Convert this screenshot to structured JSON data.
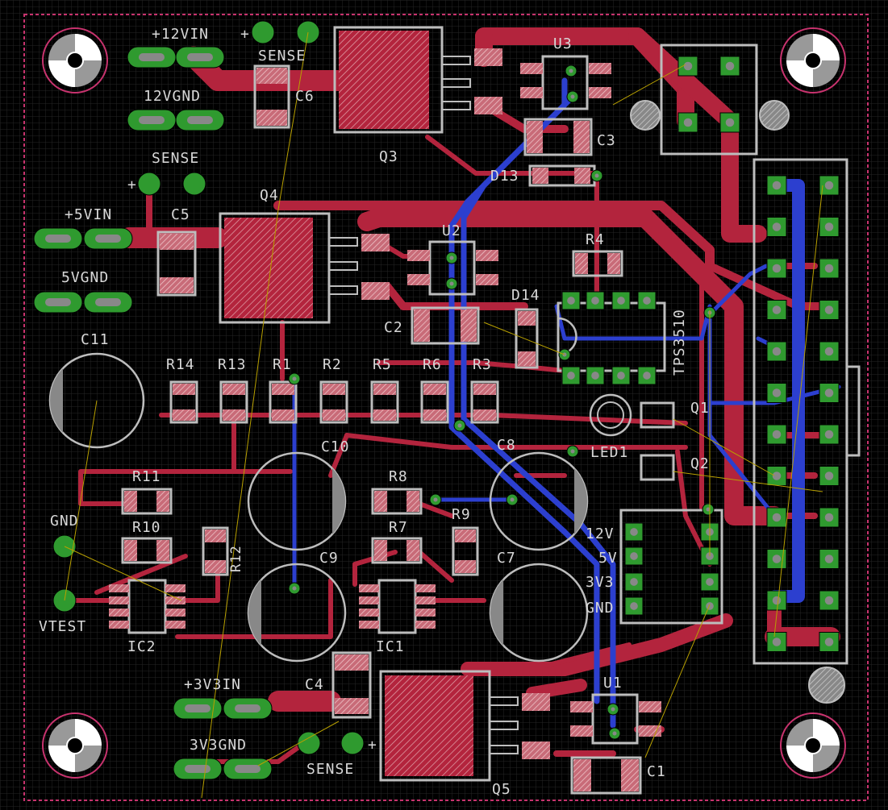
{
  "board": {
    "labels": {
      "in12": "+12VIN",
      "gnd12": "12VGND",
      "sense": "SENSE",
      "plus": "+",
      "in5": "+5VIN",
      "gnd5": "5VGND",
      "in3v3": "+3V3IN",
      "gnd3v3": "3V3GND",
      "gnd": "GND",
      "vtest": "VTEST",
      "c11": "C11",
      "c6": "C6",
      "c5": "C5",
      "c3": "C3",
      "c2": "C2",
      "c10": "C10",
      "c8": "C8",
      "c9": "C9",
      "c7": "C7",
      "c4": "C4",
      "c1": "C1",
      "q3": "Q3",
      "q4": "Q4",
      "q5": "Q5",
      "q1": "Q1",
      "q2": "Q2",
      "u3": "U3",
      "u2": "U2",
      "u1": "U1",
      "d13": "D13",
      "d14": "D14",
      "r4": "R4",
      "r14": "R14",
      "r13": "R13",
      "r1": "R1",
      "r2": "R2",
      "r5": "R5",
      "r6": "R6",
      "r3": "R3",
      "r11": "R11",
      "r10": "R10",
      "r8": "R8",
      "r7": "R7",
      "r9": "R9",
      "r12": "R12",
      "ic1": "IC1",
      "ic2": "IC2",
      "led1": "LED1",
      "tps": "TPS3510",
      "v12": "12V",
      "v5": "5V",
      "v3v3": "3V3",
      "vgnd": "GND"
    },
    "colors": {
      "background": "#000000",
      "top_copper": "#b3243d",
      "bottom_copper": "#2c3fcf",
      "pad": "#2f9a2f",
      "silkscreen": "#d8d8d8",
      "board_edge": "#c8336e",
      "grid": "#2a2a2a"
    }
  }
}
